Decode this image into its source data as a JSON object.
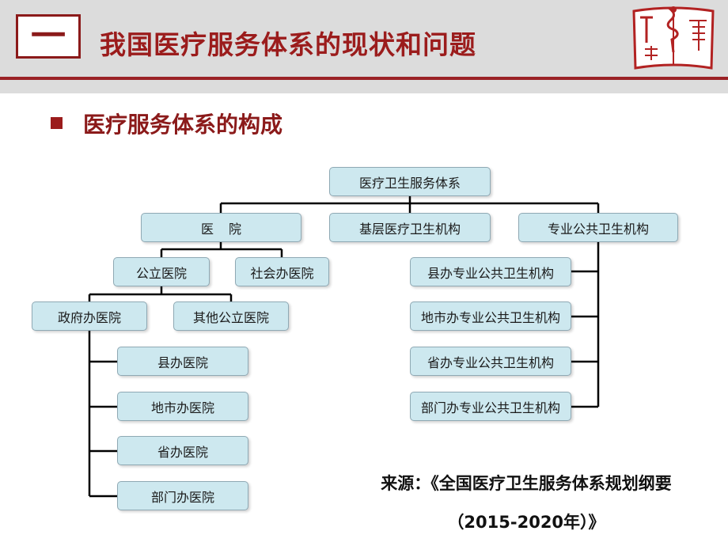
{
  "header": {
    "number": "一",
    "title": "我国医疗服务体系的现状和问题"
  },
  "section": {
    "title": "医疗服务体系的构成"
  },
  "colors": {
    "brand_red": "#9b1c1c",
    "header_bg": "#dcdcdc",
    "node_fill": "#cde8ef",
    "line": "#000000"
  },
  "diagram": {
    "root": "医疗卫生服务体系",
    "hospital": "医 院",
    "primary_care": "基层医疗卫生机构",
    "public_health": "专业公共卫生机构",
    "public_hospital": "公立医院",
    "social_hospital": "社会办医院",
    "gov_hospital": "政府办医院",
    "other_public_hospital": "其他公立医院",
    "gov_hospital_children": [
      "县办医院",
      "地市办医院",
      "省办医院",
      "部门办医院"
    ],
    "public_health_children": [
      "县办专业公共卫生机构",
      "地市办专业公共卫生机构",
      "省办专业公共卫生机构",
      "部门办专业公共卫生机构"
    ]
  },
  "source": {
    "line1": "来源：《全国医疗卫生服务体系规划纲要",
    "line2": "（2015-2020年）》"
  }
}
